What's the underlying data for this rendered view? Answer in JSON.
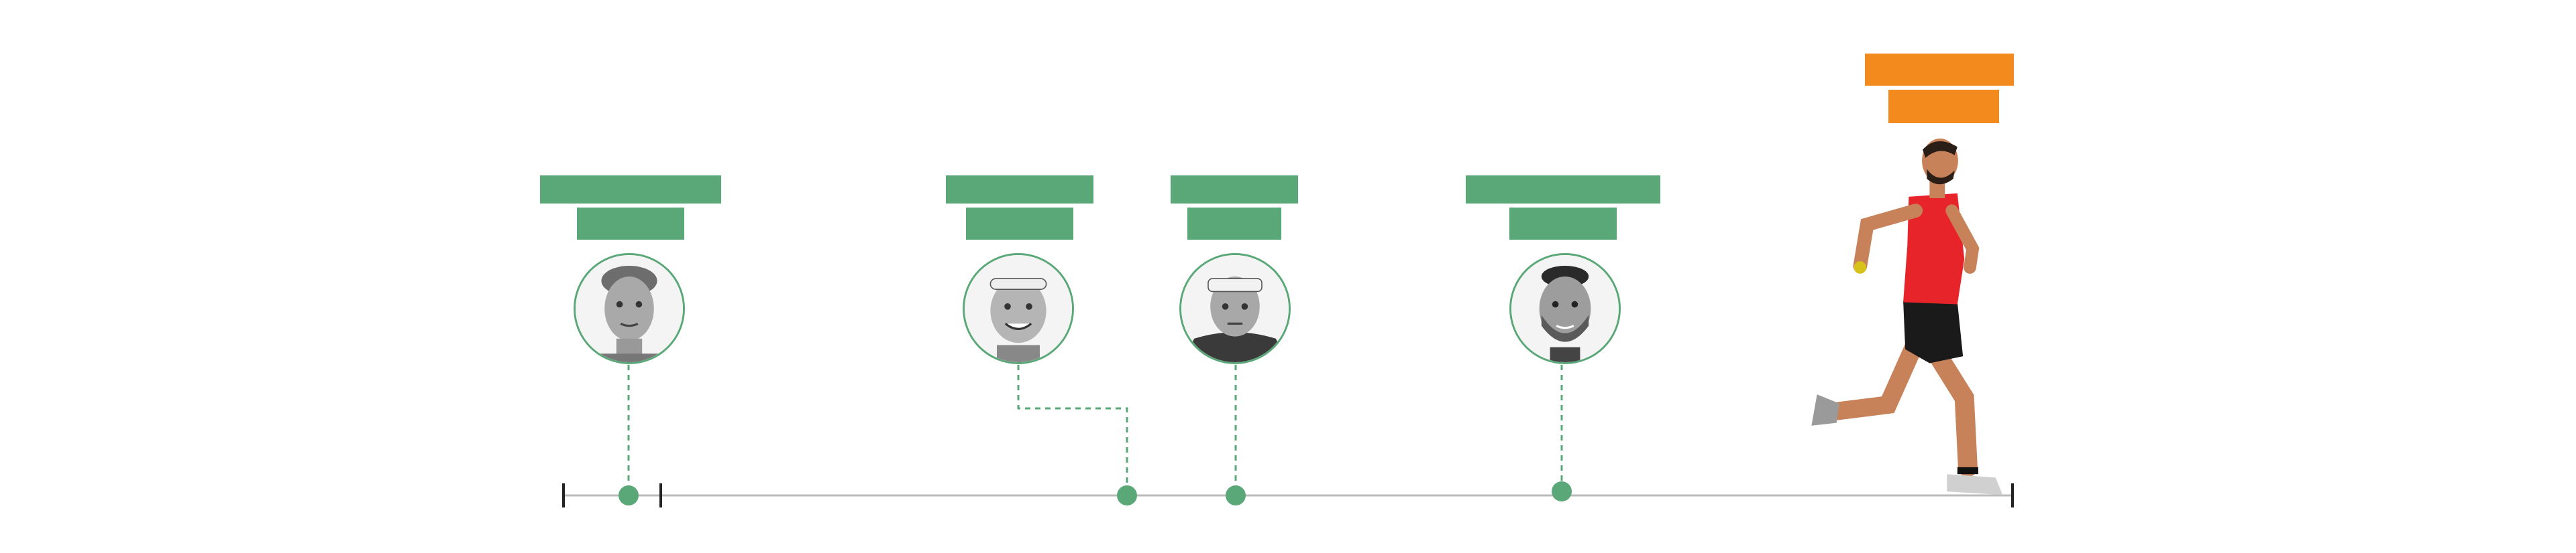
{
  "colors": {
    "green": "#5aa878",
    "orange": "#f28a1d",
    "axis": "#bbbbbb",
    "tick": "#222222",
    "runner_shirt": "#e8242b",
    "runner_shorts": "#1a1a1a",
    "skin": "#c8825a"
  },
  "icons": {
    "profile": "person-photo-icon",
    "runner": "running-athlete-icon"
  },
  "entries": [
    {
      "id": "p1",
      "kind": "profile"
    },
    {
      "id": "p2",
      "kind": "profile"
    },
    {
      "id": "p3",
      "kind": "profile"
    },
    {
      "id": "p4",
      "kind": "profile"
    },
    {
      "id": "runner",
      "kind": "highlight"
    }
  ]
}
